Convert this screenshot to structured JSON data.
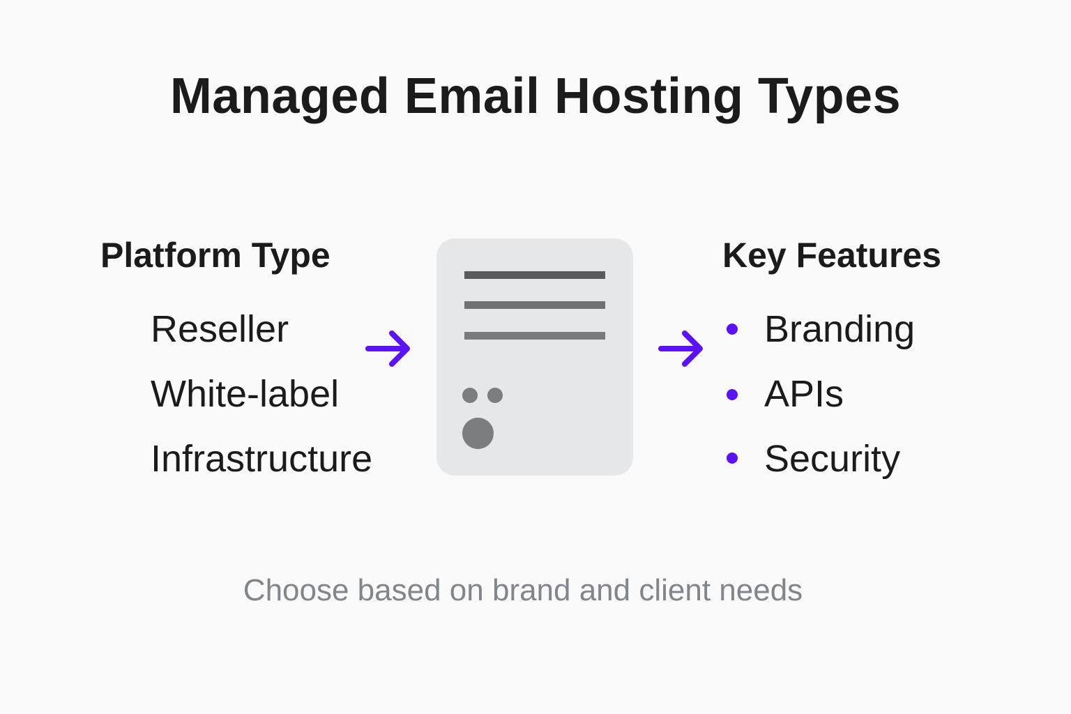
{
  "title": "Managed Email Hosting Types",
  "left": {
    "heading": "Platform Type",
    "items": [
      "Reseller",
      "White-label",
      "Infrastructure"
    ]
  },
  "center": {
    "icon": "document-server-icon",
    "colors": {
      "card": "#e5e7e9",
      "line1": "#575b5e",
      "line2": "#6e7275",
      "line3": "#777b7e",
      "dots": "#7b7e80"
    }
  },
  "right": {
    "heading": "Key Features",
    "items": [
      "Branding",
      "APIs",
      "Security"
    ]
  },
  "arrows": {
    "icon": "arrow-right-icon",
    "color": "#5b12f5"
  },
  "bullet_color": "#5b12f5",
  "footer": "Choose based on brand and client needs"
}
